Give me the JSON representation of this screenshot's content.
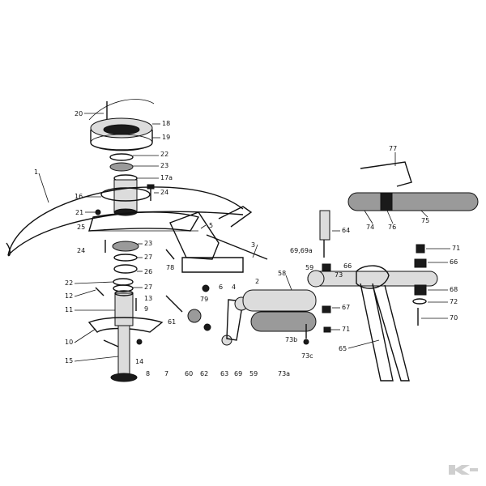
{
  "labels": [
    {
      "id": "20",
      "text": "20"
    },
    {
      "id": "18",
      "text": "18"
    },
    {
      "id": "19",
      "text": "19"
    },
    {
      "id": "22a",
      "text": "22"
    },
    {
      "id": "23a",
      "text": "23"
    },
    {
      "id": "17a",
      "text": "17a"
    },
    {
      "id": "1",
      "text": "1"
    },
    {
      "id": "16",
      "text": "16"
    },
    {
      "id": "24a",
      "text": "24"
    },
    {
      "id": "21",
      "text": "21"
    },
    {
      "id": "25",
      "text": "25"
    },
    {
      "id": "24b",
      "text": "24"
    },
    {
      "id": "23b",
      "text": "23"
    },
    {
      "id": "27a",
      "text": "27"
    },
    {
      "id": "26",
      "text": "26"
    },
    {
      "id": "22b",
      "text": "22"
    },
    {
      "id": "27b",
      "text": "27"
    },
    {
      "id": "12",
      "text": "12"
    },
    {
      "id": "13",
      "text": "13"
    },
    {
      "id": "11",
      "text": "11"
    },
    {
      "id": "9",
      "text": "9"
    },
    {
      "id": "10",
      "text": "10"
    },
    {
      "id": "15",
      "text": "15"
    },
    {
      "id": "14",
      "text": "14"
    },
    {
      "id": "8",
      "text": "8"
    },
    {
      "id": "7",
      "text": "7"
    },
    {
      "id": "5",
      "text": "5"
    },
    {
      "id": "3",
      "text": "3"
    },
    {
      "id": "78",
      "text": "78"
    },
    {
      "id": "6",
      "text": "6"
    },
    {
      "id": "4",
      "text": "4"
    },
    {
      "id": "2",
      "text": "2"
    },
    {
      "id": "79",
      "text": "79"
    },
    {
      "id": "61",
      "text": "61"
    },
    {
      "id": "60",
      "text": "60"
    },
    {
      "id": "62",
      "text": "62"
    },
    {
      "id": "63",
      "text": "63"
    },
    {
      "id": "69",
      "text": "69"
    },
    {
      "id": "59a",
      "text": "59"
    },
    {
      "id": "58",
      "text": "58"
    },
    {
      "id": "73b",
      "text": "73b"
    },
    {
      "id": "73a1",
      "text": "73a"
    },
    {
      "id": "73c",
      "text": "73c"
    },
    {
      "id": "64",
      "text": "64"
    },
    {
      "id": "6969a",
      "text": "69,69a"
    },
    {
      "id": "59b",
      "text": "59"
    },
    {
      "id": "66a",
      "text": "66"
    },
    {
      "id": "73",
      "text": "73"
    },
    {
      "id": "67",
      "text": "67"
    },
    {
      "id": "71a",
      "text": "71"
    },
    {
      "id": "65",
      "text": "65"
    },
    {
      "id": "77",
      "text": "77"
    },
    {
      "id": "74",
      "text": "74"
    },
    {
      "id": "76",
      "text": "76"
    },
    {
      "id": "75",
      "text": "75"
    },
    {
      "id": "71b",
      "text": "71"
    },
    {
      "id": "66b",
      "text": "66"
    },
    {
      "id": "68",
      "text": "68"
    },
    {
      "id": "72",
      "text": "72"
    },
    {
      "id": "70",
      "text": "70"
    }
  ],
  "logo": {
    "description_icon": "k-brand-logo-icon"
  }
}
